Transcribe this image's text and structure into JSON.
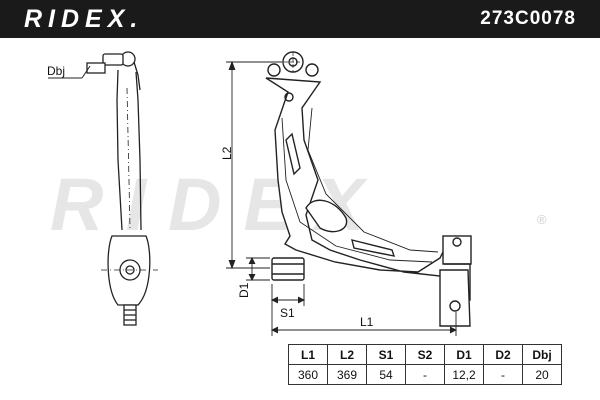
{
  "header": {
    "brand": "RIDEX.",
    "part_number": "273C0078"
  },
  "watermark": {
    "text": "RIDEX",
    "registered_mark": "®"
  },
  "dimensions": {
    "dbj": "Dbj",
    "l2": "L2",
    "d1": "D1",
    "s1": "S1",
    "l1": "L1"
  },
  "table": {
    "headers": [
      "L1",
      "L2",
      "S1",
      "S2",
      "D1",
      "D2",
      "Dbj"
    ],
    "values": [
      "360",
      "369",
      "54",
      "-",
      "12,2",
      "-",
      "20"
    ]
  }
}
